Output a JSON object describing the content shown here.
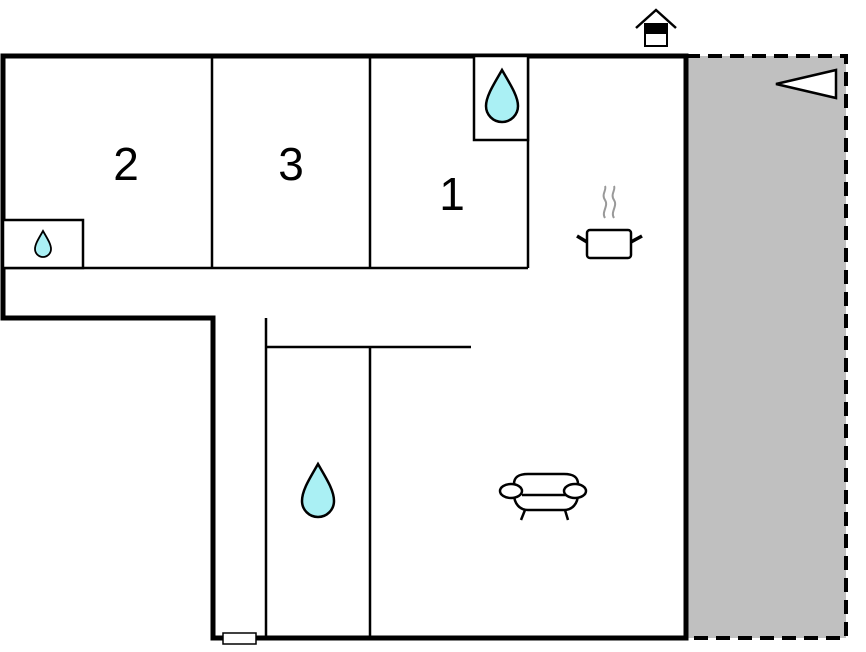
{
  "floor_plan": {
    "colors": {
      "wall": "#000000",
      "terrace": "#c0c0c0",
      "water": "#aaf0f4",
      "background": "#ffffff",
      "steam": "#999999"
    },
    "rooms": [
      {
        "id": "bedroom-2",
        "label": "2"
      },
      {
        "id": "bedroom-3",
        "label": "3"
      },
      {
        "id": "bedroom-1",
        "label": "1"
      }
    ],
    "icons": [
      {
        "name": "entrance-icon",
        "meaning": "entrance"
      },
      {
        "name": "terrace-direction-icon",
        "meaning": "terrace"
      },
      {
        "name": "water-drop-icon",
        "meaning": "bathroom"
      },
      {
        "name": "cooking-pot-icon",
        "meaning": "kitchen"
      },
      {
        "name": "sofa-icon",
        "meaning": "living room"
      }
    ]
  }
}
